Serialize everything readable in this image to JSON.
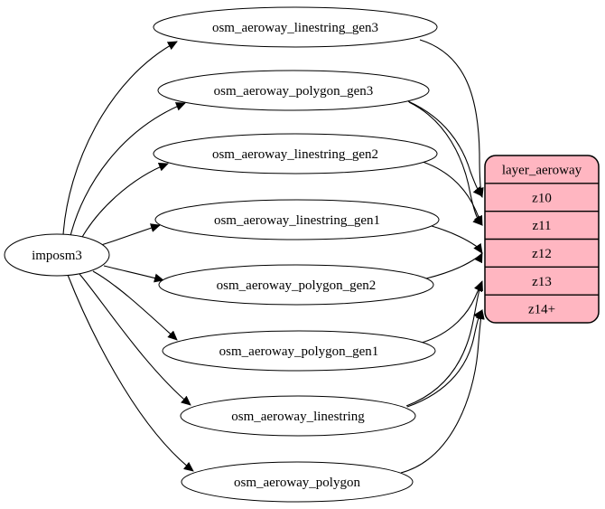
{
  "diagram": {
    "type": "etl-graph",
    "colors": {
      "background": "#ffffff",
      "node_fill": "#ffffff",
      "node_stroke": "#000000",
      "edge": "#000000",
      "record_fill": "#ffb6c1",
      "text": "#000000"
    },
    "source": {
      "id": "imposm3",
      "label": "imposm3"
    },
    "tables": [
      {
        "id": "osm_aeroway_linestring_gen3",
        "label": "osm_aeroway_linestring_gen3"
      },
      {
        "id": "osm_aeroway_polygon_gen3",
        "label": "osm_aeroway_polygon_gen3"
      },
      {
        "id": "osm_aeroway_linestring_gen2",
        "label": "osm_aeroway_linestring_gen2"
      },
      {
        "id": "osm_aeroway_linestring_gen1",
        "label": "osm_aeroway_linestring_gen1"
      },
      {
        "id": "osm_aeroway_polygon_gen2",
        "label": "osm_aeroway_polygon_gen2"
      },
      {
        "id": "osm_aeroway_polygon_gen1",
        "label": "osm_aeroway_polygon_gen1"
      },
      {
        "id": "osm_aeroway_linestring",
        "label": "osm_aeroway_linestring"
      },
      {
        "id": "osm_aeroway_polygon",
        "label": "osm_aeroway_polygon"
      }
    ],
    "record": {
      "id": "layer_aeroway",
      "title": "layer_aeroway",
      "rows": [
        "z10",
        "z11",
        "z12",
        "z13",
        "z14+"
      ]
    },
    "edges": {
      "from_source": [
        "osm_aeroway_linestring_gen3",
        "osm_aeroway_polygon_gen3",
        "osm_aeroway_linestring_gen2",
        "osm_aeroway_linestring_gen1",
        "osm_aeroway_polygon_gen2",
        "osm_aeroway_polygon_gen1",
        "osm_aeroway_linestring",
        "osm_aeroway_polygon"
      ],
      "to_record": [
        {
          "from": "osm_aeroway_linestring_gen3",
          "to": "z10"
        },
        {
          "from": "osm_aeroway_polygon_gen3",
          "to": "z10"
        },
        {
          "from": "osm_aeroway_polygon_gen3",
          "to": "z11"
        },
        {
          "from": "osm_aeroway_linestring_gen2",
          "to": "z11"
        },
        {
          "from": "osm_aeroway_linestring_gen1",
          "to": "z12"
        },
        {
          "from": "osm_aeroway_polygon_gen2",
          "to": "z12"
        },
        {
          "from": "osm_aeroway_polygon_gen1",
          "to": "z13"
        },
        {
          "from": "osm_aeroway_linestring",
          "to": "z13"
        },
        {
          "from": "osm_aeroway_linestring",
          "to": "z14+"
        },
        {
          "from": "osm_aeroway_polygon",
          "to": "z14+"
        }
      ]
    }
  }
}
